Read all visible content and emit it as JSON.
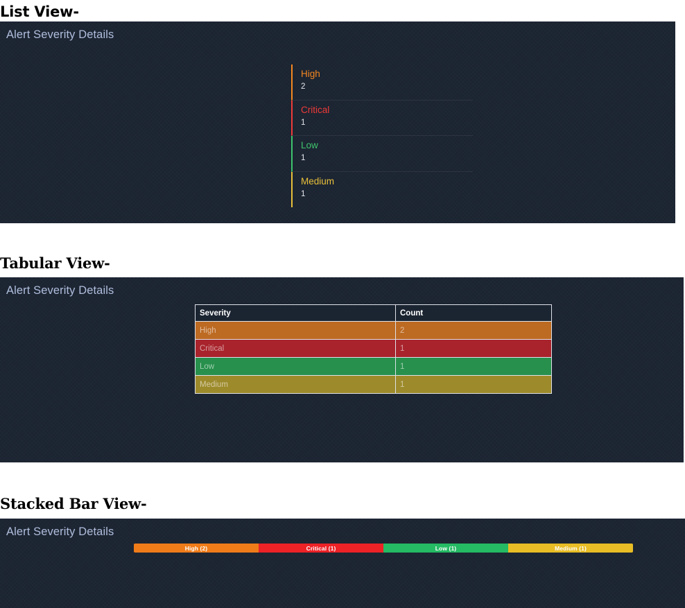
{
  "sections": [
    {
      "heading": "List View-",
      "panel_title": "Alert Severity Details"
    },
    {
      "heading": "Tabular View-",
      "panel_title": "Alert Severity Details"
    },
    {
      "heading": "Stacked Bar View-",
      "panel_title": "Alert Severity Details"
    }
  ],
  "severities": [
    {
      "label": "High",
      "count": "2",
      "color": "#f5871f",
      "table_row_bg": "#bd6a22",
      "bar_color": "#f07c19",
      "bar_label": "High (2)"
    },
    {
      "label": "Critical",
      "count": "1",
      "color": "#ef3b39",
      "table_row_bg": "#a8232c",
      "bar_color": "#ec2227",
      "bar_label": "Critical (1)"
    },
    {
      "label": "Low",
      "count": "1",
      "color": "#3ec46d",
      "table_row_bg": "#27904c",
      "bar_color": "#25ba64",
      "bar_label": "Low (1)"
    },
    {
      "label": "Medium",
      "count": "1",
      "color": "#e9c03a",
      "table_row_bg": "#9d8a2b",
      "bar_color": "#e8bd25",
      "bar_label": "Medium (1)"
    }
  ],
  "table": {
    "columns": [
      "Severity",
      "Count"
    ],
    "rows": [
      {
        "severity": "High",
        "count": "2"
      },
      {
        "severity": "Critical",
        "count": "1"
      },
      {
        "severity": "Low",
        "count": "1"
      },
      {
        "severity": "Medium",
        "count": "1"
      }
    ]
  },
  "chart_data": {
    "type": "bar",
    "title": "Alert Severity Details",
    "categories": [
      "High",
      "Critical",
      "Low",
      "Medium"
    ],
    "values": [
      2,
      1,
      1,
      1
    ],
    "xlabel": "",
    "ylabel": "Count",
    "legend": [
      "High (2)",
      "Critical (1)",
      "Low (1)",
      "Medium (1)"
    ],
    "colors": [
      "#f07c19",
      "#ec2227",
      "#25ba64",
      "#e8bd25"
    ],
    "grid": false,
    "legend_position": "inline"
  },
  "theme": {
    "panel_bg": "#1b2431",
    "panel_title_color": "#b0bedd",
    "page_bg": "#ffffff",
    "heading_color": "#000000"
  }
}
